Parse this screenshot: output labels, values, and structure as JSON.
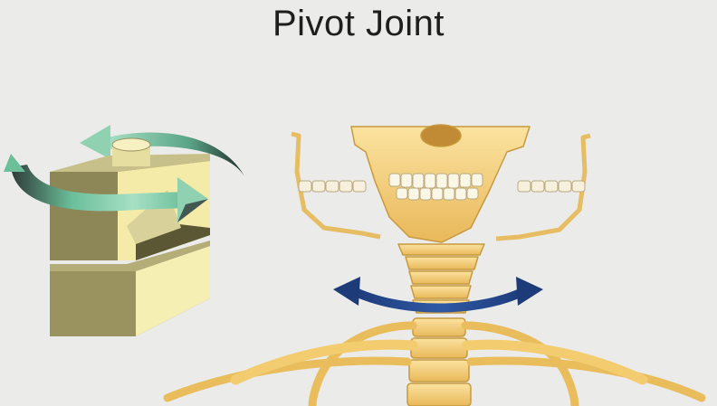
{
  "title": "Pivot Joint",
  "colors": {
    "background": "#ebebea",
    "bone": "#f2cc6f",
    "bone_dark": "#c79a3e",
    "bone_light": "#fbe6a6",
    "block_light": "#f5eeb0",
    "block_dark": "#8a8455",
    "arrow_green": "#6bbf9a",
    "arrow_dark": "#2e3a38",
    "arrow_blue": "#26437f"
  },
  "figures": {
    "left": "pivot-joint-block-model",
    "right": "skull-and-neck-skeleton"
  }
}
